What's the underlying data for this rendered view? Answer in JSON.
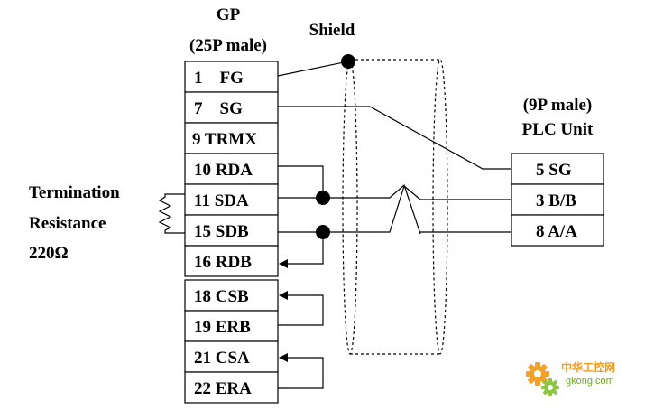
{
  "gp": {
    "title": "GP",
    "subtitle": "(25P male)",
    "pins": [
      "1    FG",
      "7    SG",
      "9 TRMX",
      "10 RDA",
      "11 SDA",
      "15 SDB",
      "16 RDB",
      "18 CSB",
      "19 ERB",
      "21 CSA",
      "22 ERA"
    ]
  },
  "shield": {
    "label": "Shield"
  },
  "plc": {
    "subtitle": "(9P male)",
    "title": "PLC Unit",
    "pins": [
      "5 SG",
      "3 B/B",
      "8 A/A"
    ]
  },
  "termination": {
    "line1": "Termination",
    "line2": "Resistance",
    "line3": "220Ω"
  },
  "watermark": {
    "brand": "中华工控网",
    "domain": "gkong.com"
  }
}
